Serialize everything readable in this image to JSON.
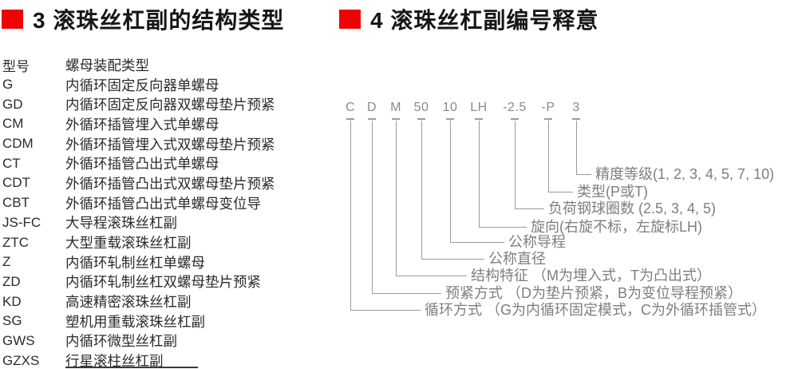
{
  "colors": {
    "accent_red": "#ee0202",
    "title_text": "#161616",
    "table_text": "#2b2b2b",
    "diagram_text_gray": "#7e7e7e",
    "diagram_line_gray": "#9b9b9b"
  },
  "left_section": {
    "title": "3 滚珠丝杠副的结构类型",
    "table": {
      "header": {
        "model": "型号",
        "type": "螺母装配类型"
      },
      "rows": [
        {
          "model": "G",
          "type": "内循环固定反向器单螺母"
        },
        {
          "model": "GD",
          "type": "内循环固定反向器双螺母垫片预紧"
        },
        {
          "model": "CM",
          "type": "外循环插管埋入式单螺母"
        },
        {
          "model": "CDM",
          "type": "外循环插管埋入式双螺母垫片预紧"
        },
        {
          "model": "CT",
          "type": "外循环插管凸出式单螺母"
        },
        {
          "model": "CDT",
          "type": "外循环插管凸出式双螺母垫片预紧"
        },
        {
          "model": "CBT",
          "type": "外循环插管凸出式单螺母变位导"
        },
        {
          "model": "JS-FC",
          "type": "大导程滚珠丝杠副"
        },
        {
          "model": "ZTC",
          "type": "大型重载滚珠丝杠副"
        },
        {
          "model": "Z",
          "type": "内循环轧制丝杠单螺母"
        },
        {
          "model": "ZD",
          "type": "内循环轧制丝杠双螺母垫片预紧"
        },
        {
          "model": "KD",
          "type": "高速精密滚珠丝杠副"
        },
        {
          "model": "SG",
          "type": "塑机用重载滚珠丝杠副"
        },
        {
          "model": "GWS",
          "type": "内循环微型丝杠副"
        },
        {
          "model": "GZXS",
          "type": "行星滚柱丝杠副"
        }
      ]
    }
  },
  "right_section": {
    "title": "4 滚珠丝杠副编号释意",
    "code_tokens": [
      "C",
      "D",
      "M",
      "50",
      "10",
      "LH",
      "-2.5",
      "-P",
      "3"
    ],
    "annotations": [
      "精度等级(1, 2, 3, 4, 5, 7, 10)",
      "类型(P或T)",
      "负荷钢球圈数 (2.5, 3, 4, 5)",
      "旋向(右旋不标，左旋标LH)",
      "公称导程",
      "公称直径",
      "结构特征 （M为埋入式，T为凸出式）",
      "预紧方式 （D为垫片预紧，B为变位导程预紧）",
      "循环方式 （G为内循环固定模式，C为外循环插管式）"
    ]
  }
}
